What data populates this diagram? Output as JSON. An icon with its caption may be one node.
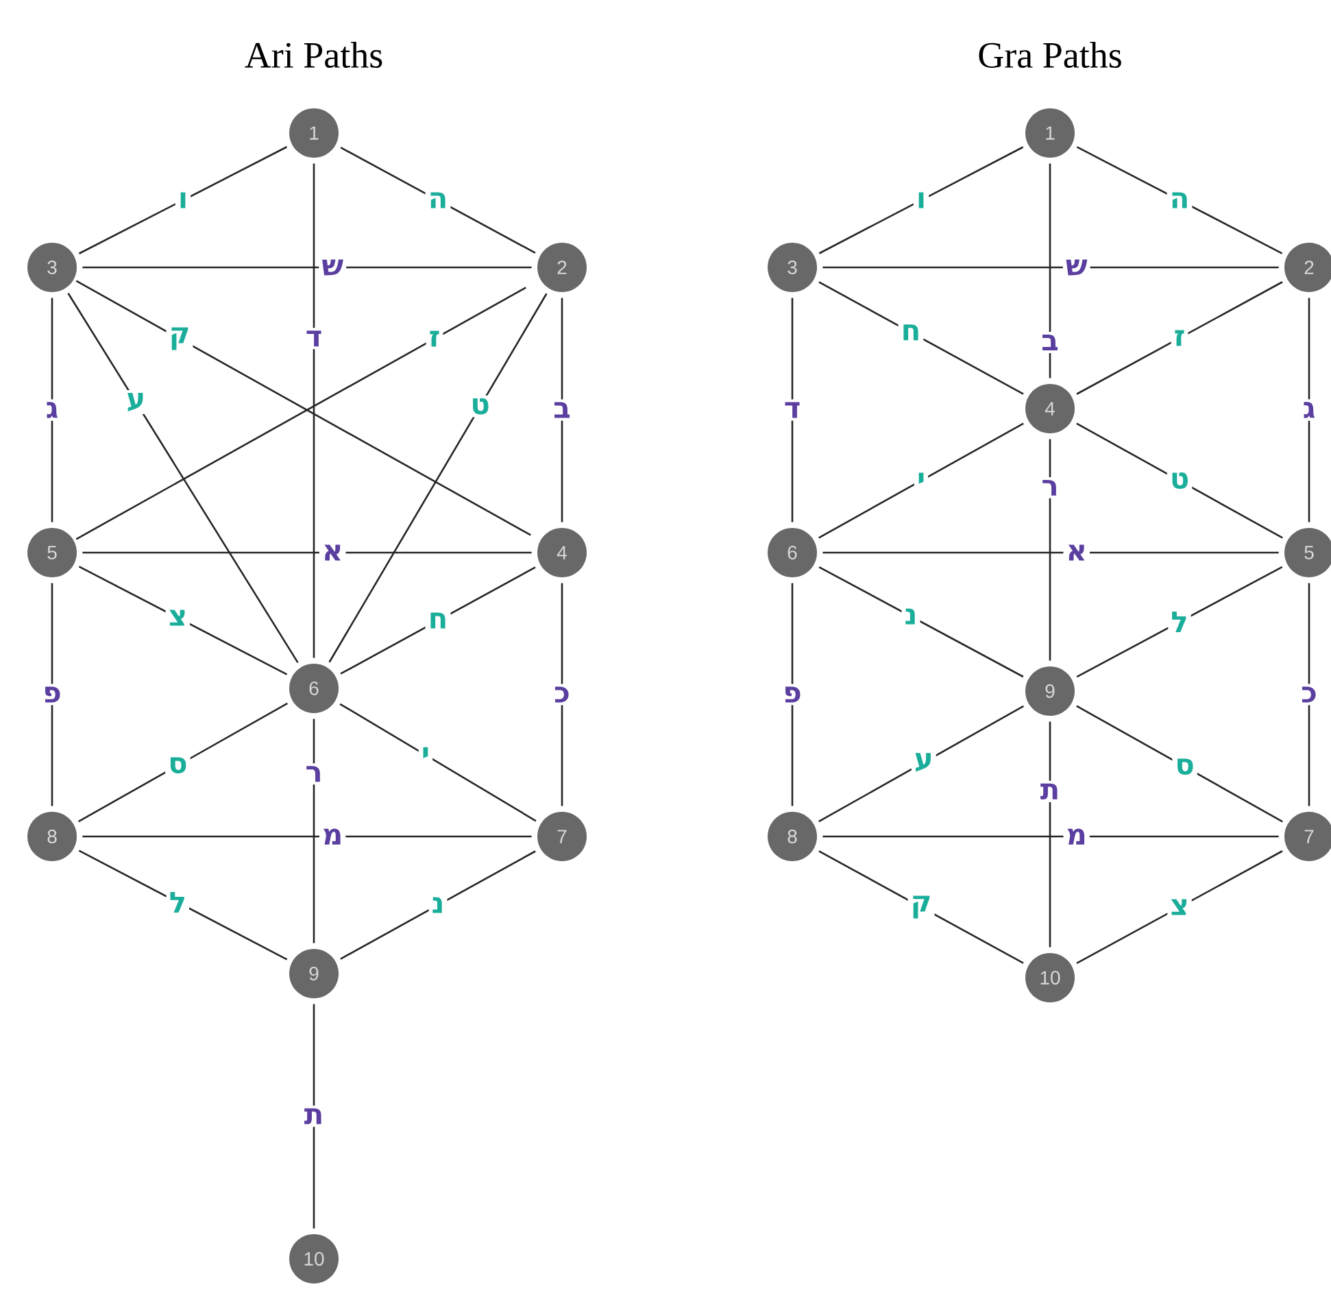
{
  "diagram": {
    "nodes": [
      {
        "text": [
          "1"
        ]
      },
      {
        "text": [
          "3"
        ]
      },
      {
        "text": [
          "2"
        ]
      },
      {
        "text": [
          "5"
        ]
      },
      {
        "text": [
          "4"
        ]
      },
      {
        "text": [
          "6"
        ]
      },
      {
        "text": [
          "8"
        ]
      },
      {
        "text": [
          "7"
        ]
      },
      {
        "text": [
          "9"
        ]
      },
      {
        "text": [
          "10"
        ]
      },
      {
        "text": [
          "1"
        ]
      },
      {
        "text": [
          "3"
        ]
      },
      {
        "text": [
          "2"
        ]
      },
      {
        "text": [
          "4"
        ]
      },
      {
        "text": [
          "6"
        ]
      },
      {
        "text": [
          "5"
        ]
      },
      {
        "text": [
          "9"
        ]
      },
      {
        "text": [
          "8"
        ]
      },
      {
        "text": [
          "7"
        ]
      },
      {
        "text": [
          "10"
        ]
      }
    ],
    "edges": [
      {
        "from": 0,
        "to": 1,
        "arrow": "none",
        "label": "ו"
      },
      {
        "from": 0,
        "to": 2,
        "arrow": "none",
        "label": "ה"
      },
      {
        "from": 1,
        "to": 2,
        "arrow": "none",
        "label": "ש"
      },
      {
        "from": 0,
        "to": 5,
        "arrow": "none",
        "label": "ד"
      },
      {
        "from": 1,
        "to": 4,
        "arrow": "none",
        "label": "ק"
      },
      {
        "from": 2,
        "to": 3,
        "arrow": "none",
        "label": "ז"
      },
      {
        "from": 1,
        "to": 5,
        "arrow": "none",
        "label": "ע"
      },
      {
        "from": 2,
        "to": 5,
        "arrow": "none",
        "label": "ט"
      },
      {
        "from": 1,
        "to": 3,
        "arrow": "none",
        "label": "ג"
      },
      {
        "from": 2,
        "to": 4,
        "arrow": "none",
        "label": "ב"
      },
      {
        "from": 3,
        "to": 4,
        "arrow": "none",
        "label": "א"
      },
      {
        "from": 3,
        "to": 5,
        "arrow": "none",
        "label": "צ"
      },
      {
        "from": 4,
        "to": 5,
        "arrow": "none",
        "label": "ח"
      },
      {
        "from": 3,
        "to": 6,
        "arrow": "none",
        "label": "פ"
      },
      {
        "from": 4,
        "to": 7,
        "arrow": "none",
        "label": "כ"
      },
      {
        "from": 5,
        "to": 6,
        "arrow": "none",
        "label": "ס"
      },
      {
        "from": 5,
        "to": 7,
        "arrow": "none",
        "label": "י"
      },
      {
        "from": 5,
        "to": 8,
        "arrow": "none",
        "label": "ר"
      },
      {
        "from": 6,
        "to": 7,
        "arrow": "none",
        "label": "מ"
      },
      {
        "from": 6,
        "to": 8,
        "arrow": "none",
        "label": "ל"
      },
      {
        "from": 7,
        "to": 8,
        "arrow": "none",
        "label": "נ"
      },
      {
        "from": 8,
        "to": 9,
        "arrow": "none",
        "label": "ת"
      },
      {
        "from": 10,
        "to": 11,
        "arrow": "none",
        "label": "ו"
      },
      {
        "from": 10,
        "to": 12,
        "arrow": "none",
        "label": "ה"
      },
      {
        "from": 11,
        "to": 12,
        "arrow": "none",
        "label": "ש"
      },
      {
        "from": 10,
        "to": 13,
        "arrow": "none",
        "label": "ב"
      },
      {
        "from": 11,
        "to": 13,
        "arrow": "none",
        "label": "ח"
      },
      {
        "from": 12,
        "to": 13,
        "arrow": "none",
        "label": "ז"
      },
      {
        "from": 11,
        "to": 14,
        "arrow": "none",
        "label": "ד"
      },
      {
        "from": 12,
        "to": 15,
        "arrow": "none",
        "label": "ג"
      },
      {
        "from": 13,
        "to": 14,
        "arrow": "none",
        "label": "י"
      },
      {
        "from": 13,
        "to": 16,
        "arrow": "none",
        "label": "ר"
      },
      {
        "from": 13,
        "to": 15,
        "arrow": "none",
        "label": "ט"
      },
      {
        "from": 14,
        "to": 15,
        "arrow": "none",
        "label": "א"
      },
      {
        "from": 14,
        "to": 16,
        "arrow": "none",
        "label": "נ"
      },
      {
        "from": 15,
        "to": 16,
        "arrow": "none",
        "label": "ל"
      },
      {
        "from": 14,
        "to": 17,
        "arrow": "none",
        "label": "פ"
      },
      {
        "from": 15,
        "to": 18,
        "arrow": "none",
        "label": "כ"
      },
      {
        "from": 17,
        "to": 16,
        "arrow": "none",
        "label": "ע"
      },
      {
        "from": 16,
        "to": 19,
        "arrow": "none",
        "label": "ת"
      },
      {
        "from": 16,
        "to": 18,
        "arrow": "none",
        "label": "ס"
      },
      {
        "from": 17,
        "to": 18,
        "arrow": "none",
        "label": "מ"
      },
      {
        "from": 17,
        "to": 19,
        "arrow": "none",
        "label": "ק"
      },
      {
        "from": 18,
        "to": 19,
        "arrow": "none",
        "label": "צ"
      }
    ],
    "labels": [
      "Ari Paths",
      "Gra Paths"
    ]
  }
}
